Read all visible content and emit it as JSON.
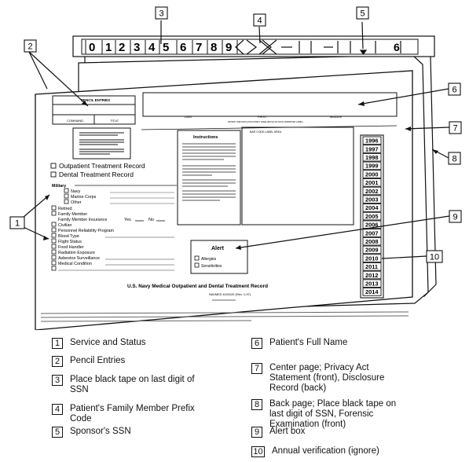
{
  "ruler": {
    "digits": [
      "0",
      "1",
      "2",
      "3",
      "4",
      "5",
      "6",
      "7",
      "8",
      "9"
    ],
    "sponsor_digit": "6"
  },
  "form": {
    "pencil_entries": "PENCIL ENTRIES",
    "command": "COMMAND",
    "title": "TITLE",
    "last": "LAST",
    "first": "FIRST",
    "middle": "MIDDLE",
    "name_caption": "PATIENT IDENTIFICATION (PRINT NAME ABOVE OR AFFIX IMPRINTER LABEL)",
    "outpatient": "Outpatient Treatment Record",
    "dental": "Dental Treatment Record",
    "military": "Military",
    "navy": "Navy",
    "marine_corps": "Marine Corps",
    "other": "Other",
    "retired": "Retired",
    "family_member": "Family Member",
    "family_insurance": "Family Member Insurance",
    "yes": "Yes",
    "no": "No",
    "civilian": "Civilian",
    "prp": "Personnel Reliability Program",
    "blood_type": "Blood Type",
    "flight_status": "Flight Status",
    "food_handler": "Food Handler",
    "radiation": "Radiation Exposure",
    "asbestos": "Asbestos Surveillance",
    "medical_condition": "Medical Condition",
    "instructions_title": "Instructions",
    "bar_code": "BAR CODE LABEL AREA",
    "alert_title": "Alert",
    "allergies": "Allergies",
    "sensitivities": "Sensitivities",
    "main_title": "U.S. Navy Medical Outpatient and Dental Treatment Record",
    "form_number": "NAVMED 6150/20 (Rev. 1-97)",
    "years": [
      "1996",
      "1997",
      "1998",
      "1999",
      "2000",
      "2001",
      "2002",
      "2003",
      "2004",
      "2005",
      "2006",
      "2007",
      "2008",
      "2009",
      "2010",
      "2011",
      "2012",
      "2013",
      "2014"
    ]
  },
  "callouts": [
    "1",
    "2",
    "3",
    "4",
    "5",
    "6",
    "7",
    "8",
    "9",
    "10"
  ],
  "legend": [
    {
      "num": "1",
      "text": "Service and Status"
    },
    {
      "num": "2",
      "text": "Pencil Entries"
    },
    {
      "num": "3",
      "text": "Place black tape on last digit of SSN"
    },
    {
      "num": "4",
      "text": "Patient's Family Member Prefix Code"
    },
    {
      "num": "5",
      "text": "Sponsor's SSN"
    },
    {
      "num": "6",
      "text": "Patient's Full Name"
    },
    {
      "num": "7",
      "text": "Center page; Privacy Act Statement (front), Disclosure Record (back)"
    },
    {
      "num": "8",
      "text": "Back page; Place black tape on last digit of SSN, Forensic Examination (front)"
    },
    {
      "num": "9",
      "text": "Alert box"
    },
    {
      "num": "10",
      "text": "Annual verification (ignore)"
    }
  ]
}
